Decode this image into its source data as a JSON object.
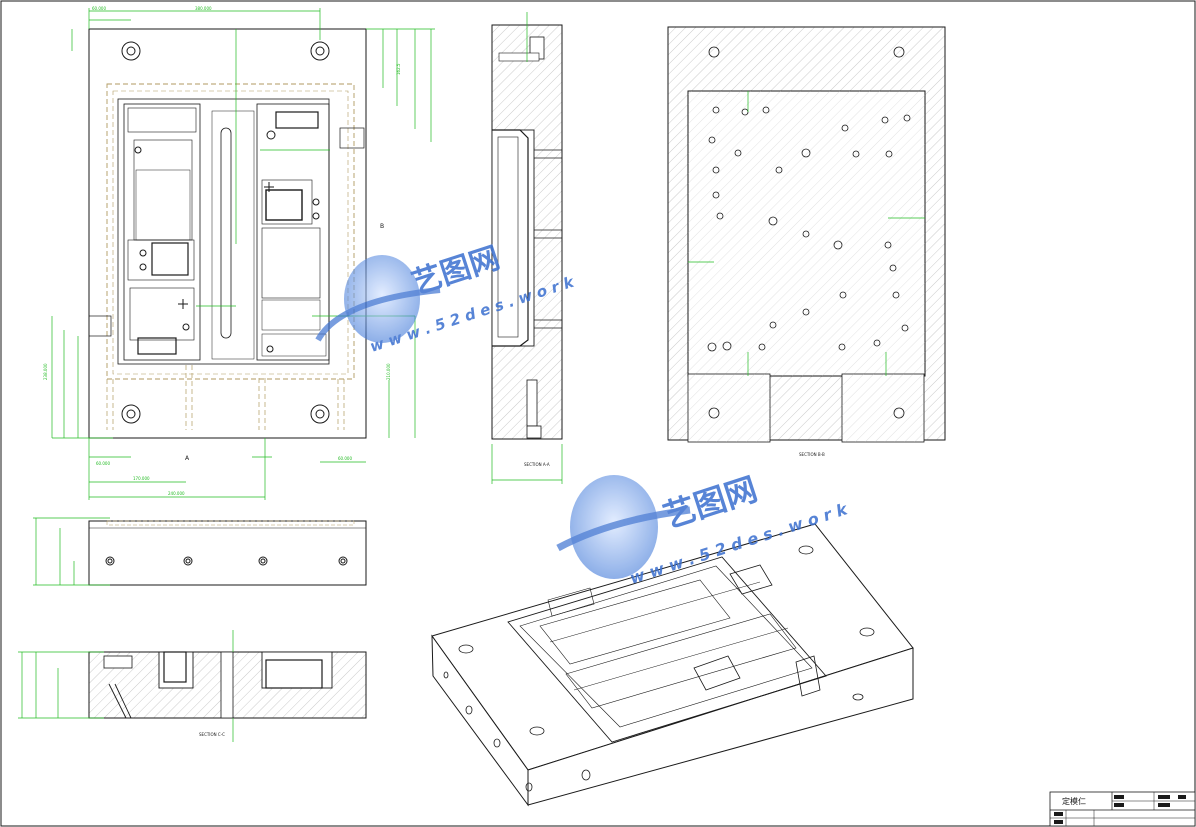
{
  "drawing": {
    "title_block": {
      "part_name": "定模仁"
    },
    "section_labels": {
      "aa": "SECTION A-A",
      "bb": "SECTION B-B",
      "cc": "SECTION C-C"
    },
    "markers": {
      "a": "A",
      "b": "B"
    }
  },
  "watermark": {
    "brand": "艺图网",
    "url": "w w w . 5 2 d e s . w o r k"
  },
  "colors": {
    "outline": "#1a1a1a",
    "dimension": "#22bb22",
    "hatch": "#9a9a9a",
    "parting": "#b09a60",
    "watermark": "#3a6fcf"
  }
}
